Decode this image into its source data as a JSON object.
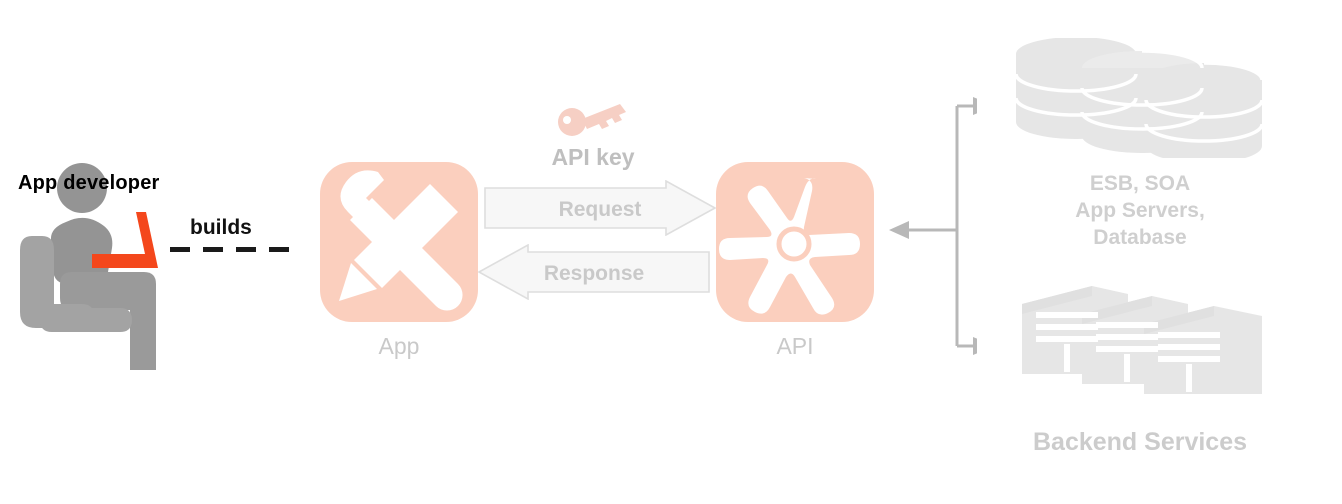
{
  "diagram": {
    "title": "API architecture diagram",
    "actor": {
      "icon": "seated-developer-with-laptop-icon",
      "label": "App developer",
      "label_color": "#000000",
      "body_color": "#999999",
      "laptop_color": "#f4471c"
    },
    "relation": {
      "label": "builds",
      "line_style": "dashed",
      "line_color": "#1a1a1a"
    },
    "app_node": {
      "icon": "wrench-and-pencil-icon",
      "label": "App",
      "tile_color": "#fbcfbe",
      "icon_color": "#ffffff",
      "label_color": "#c9c9c9"
    },
    "api_node": {
      "icon": "api-star-burst-icon",
      "label": "API",
      "tile_color": "#fbcfbe",
      "icon_color": "#ffffff",
      "label_color": "#c9c9c9"
    },
    "api_key": {
      "icon": "key-icon",
      "label": "API key",
      "icon_color": "#f6cfc4",
      "label_color": "#bfbfbf"
    },
    "flows": [
      {
        "label": "Request",
        "direction": "right",
        "from": "App",
        "to": "API",
        "fill": "#f7f7f7",
        "stroke": "#dddddd",
        "label_color": "#c9c9c9"
      },
      {
        "label": "Response",
        "direction": "left",
        "from": "API",
        "to": "App",
        "fill": "#f7f7f7",
        "stroke": "#dddddd",
        "label_color": "#c9c9c9"
      }
    ],
    "connector": {
      "color": "#b8b8b8",
      "arrows": [
        "to-database-top",
        "to-api-left",
        "to-servers-bottom"
      ]
    },
    "backend_top": {
      "icon": "database-cylinders-icon",
      "label_lines": [
        "ESB, SOA",
        "App Servers,",
        "Database"
      ],
      "icon_color": "#e6e6e6",
      "label_color": "#cfcfcf"
    },
    "backend_bottom": {
      "icon": "server-racks-icon",
      "icon_color": "#e6e6e6"
    },
    "backend_group_label": {
      "label": "Backend Services",
      "color": "#cccccc"
    }
  }
}
